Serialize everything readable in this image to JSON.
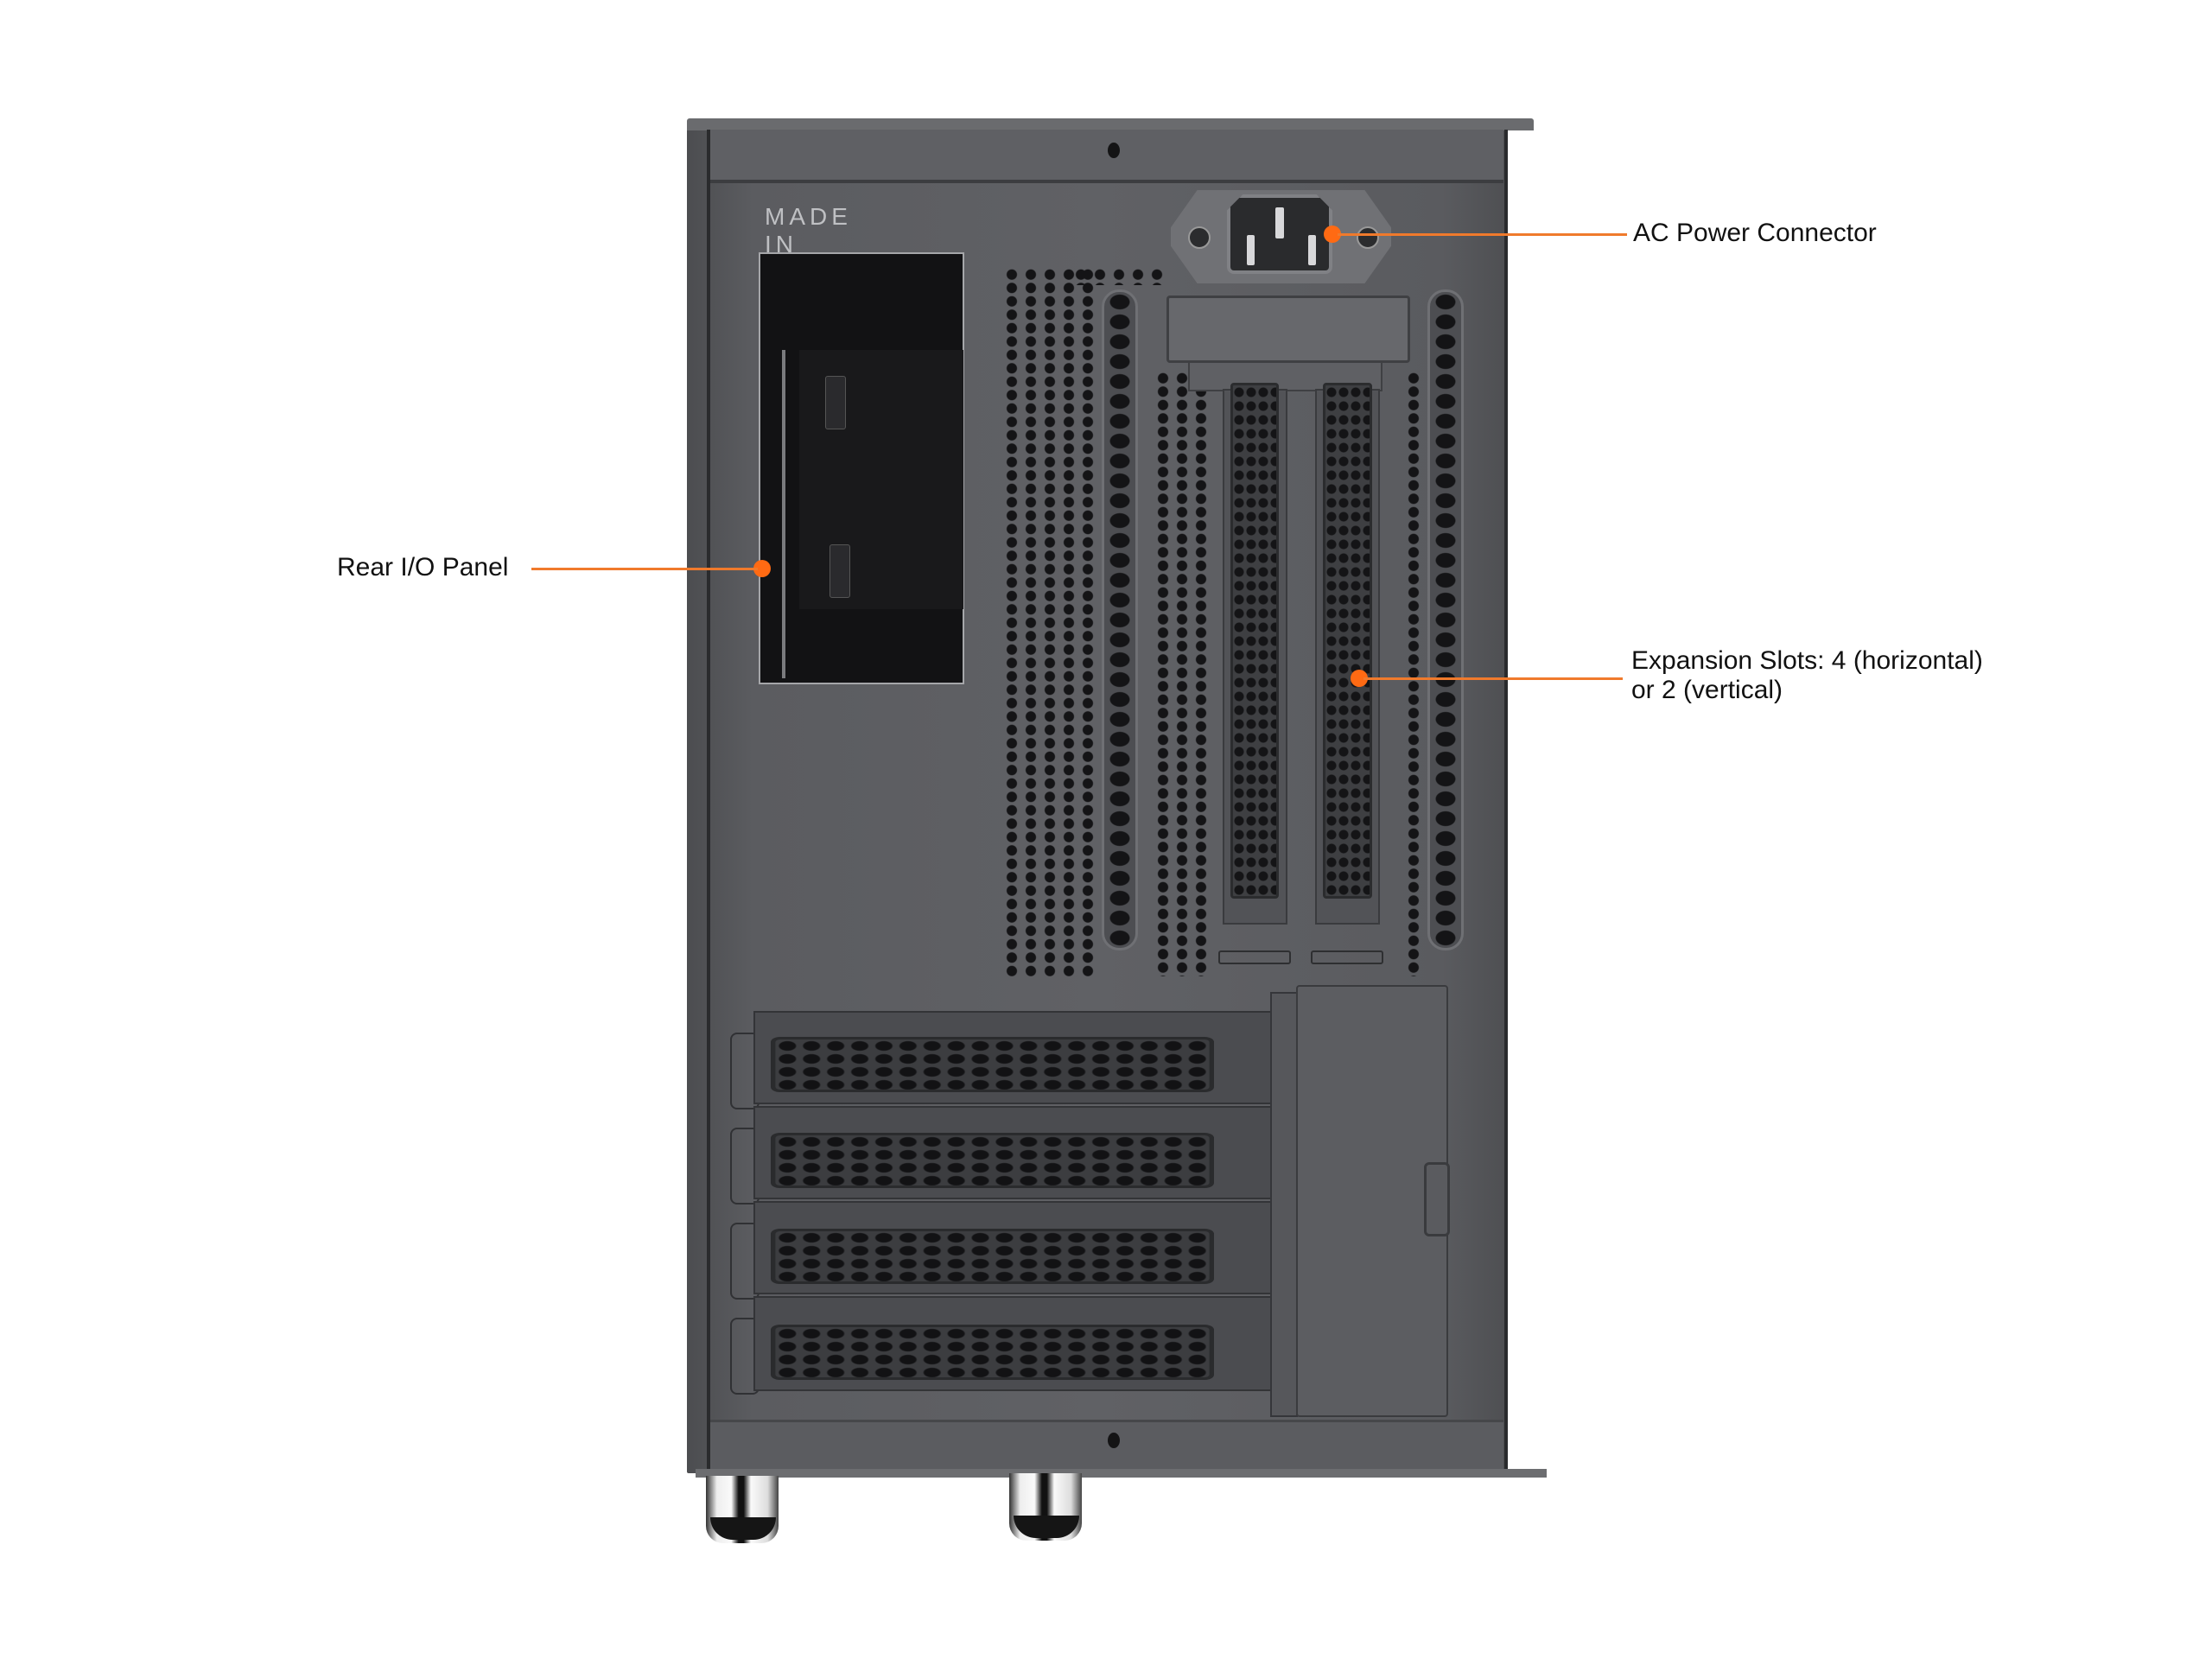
{
  "image": {
    "subject": "PC case rear view",
    "background_color": "#ffffff",
    "case_color": "#5e5f63",
    "accent_color": "#ff6a13"
  },
  "case": {
    "stamp_text": "MADE IN CHINA",
    "horizontal_slot_count": 4,
    "vertical_slot_count": 2
  },
  "callouts": [
    {
      "id": "ac-power",
      "label": "AC Power Connector"
    },
    {
      "id": "rear-io",
      "label": "Rear I/O Panel"
    },
    {
      "id": "expansion",
      "line1": "Expansion Slots: 4 (horizontal)",
      "line2": "or 2 (vertical)"
    }
  ]
}
